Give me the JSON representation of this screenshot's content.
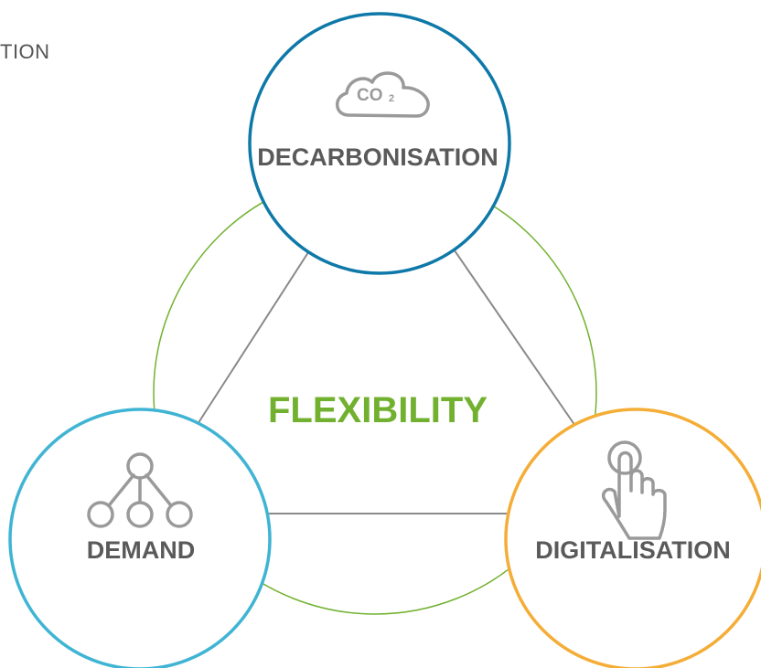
{
  "header": {
    "partial_text": "TION"
  },
  "diagram": {
    "center_label": "FLEXIBILITY",
    "nodes": [
      {
        "label": "DECARBONISATION",
        "icon": "co2-cloud-icon",
        "icon_text": "CO",
        "icon_subscript": "2",
        "color": "#0e79a8"
      },
      {
        "label": "DEMAND",
        "icon": "network-nodes-icon",
        "color": "#3fb4d3"
      },
      {
        "label": "DIGITALISATION",
        "icon": "touch-hand-icon",
        "color": "#f4ad36"
      }
    ],
    "colors": {
      "flexibility_green": "#72b130",
      "triangle_line": "#8a8a8a",
      "label_gray": "#5a5a5a",
      "icon_gray": "#9a9a9a"
    }
  }
}
